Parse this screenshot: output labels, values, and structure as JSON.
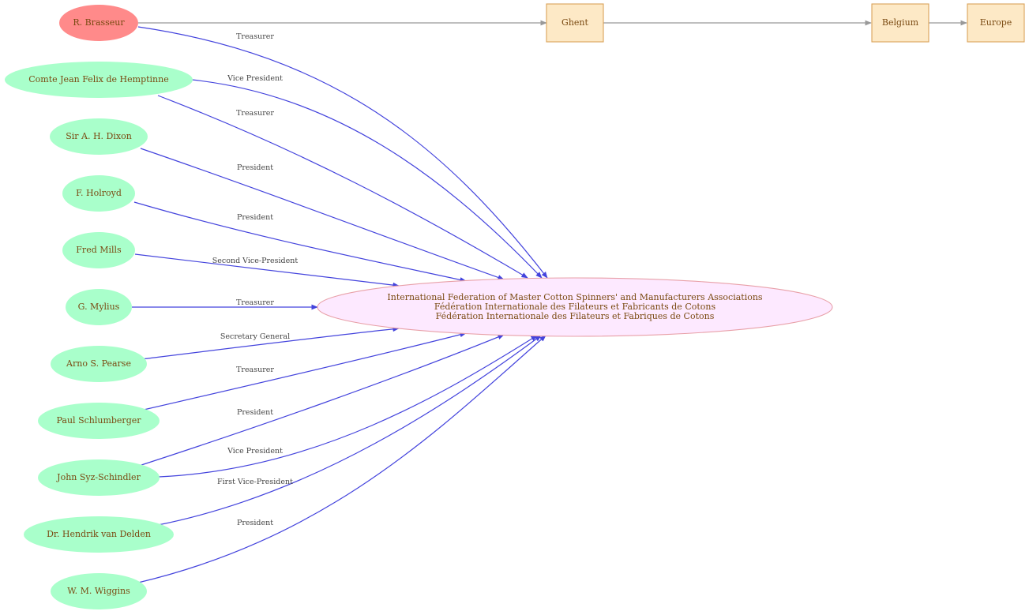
{
  "diagram": {
    "organization": {
      "lines": [
        "International Federation of Master Cotton Spinners' and Manufacturers Associations",
        "Fédération Internationale des Filateurs et Fabricants de Cotons",
        "Fédération Internationale des Filateurs et Fabriques de Cotons"
      ]
    },
    "people": [
      {
        "name": "R. Brasseur",
        "role": "Treasurer",
        "highlight": true
      },
      {
        "name": "Comte Jean Felix de Hemptinne",
        "role": "Vice President",
        "role2": "Treasurer"
      },
      {
        "name": "Sir A. H. Dixon",
        "role": "President"
      },
      {
        "name": "F. Holroyd",
        "role": "President"
      },
      {
        "name": "Fred Mills",
        "role": "Second Vice-President"
      },
      {
        "name": "G. Mylius",
        "role": "Treasurer"
      },
      {
        "name": "Arno S. Pearse",
        "role": "Secretary General"
      },
      {
        "name": "Paul Schlumberger",
        "role": "Treasurer"
      },
      {
        "name": "John Syz-Schindler",
        "role": "President",
        "role2": "Vice President"
      },
      {
        "name": "Dr. Hendrik  van Delden",
        "role": "First Vice-President"
      },
      {
        "name": "W. M. Wiggins",
        "role": "President"
      }
    ],
    "places": [
      "Ghent",
      "Belgium",
      "Europe"
    ],
    "colors": {
      "person": "#a9ffcb",
      "highlighted_person": "#ff8a8a",
      "organization": "#fde9ff",
      "place": "#fde9c6",
      "membership_edge": "#4444dd",
      "location_edge": "#999999"
    }
  }
}
